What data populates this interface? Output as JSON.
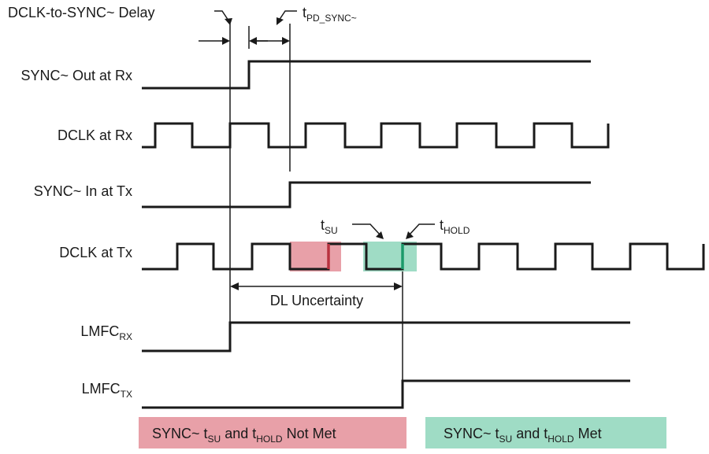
{
  "annotations": {
    "delay_label": "DCLK-to-SYNC~ Delay",
    "tpd_main": "t",
    "tpd_sub": "PD_SYNC~",
    "tsu_main": "t",
    "tsu_sub": "SU",
    "thold_main": "t",
    "thold_sub": "HOLD",
    "dl_uncertainty": "DL Uncertainty"
  },
  "signals": [
    {
      "id": "sync-out-rx",
      "label": "SYNC~ Out at Rx",
      "sub": ""
    },
    {
      "id": "dclk-rx",
      "label": "DCLK at Rx",
      "sub": ""
    },
    {
      "id": "sync-in-tx",
      "label": "SYNC~ In at Tx",
      "sub": ""
    },
    {
      "id": "dclk-tx",
      "label": "DCLK at Tx",
      "sub": ""
    },
    {
      "id": "lmfc-rx",
      "label": "LMFC",
      "sub": "RX"
    },
    {
      "id": "lmfc-tx",
      "label": "LMFC",
      "sub": "TX"
    }
  ],
  "legend": {
    "not_met": {
      "pre": "SYNC~ t",
      "sub1": "SU",
      "mid": " and t",
      "sub2": "HOLD",
      "post": " Not Met"
    },
    "met": {
      "pre": "SYNC~ t",
      "sub1": "SU",
      "mid": " and t",
      "sub2": "HOLD",
      "post": " Met"
    }
  },
  "colors": {
    "line": "#1a1a1a",
    "not_met_fill": "#e8a0a8",
    "met_fill": "#9fdcc5",
    "not_met_edge": "#b8323f",
    "met_edge": "#1a9a6a"
  }
}
